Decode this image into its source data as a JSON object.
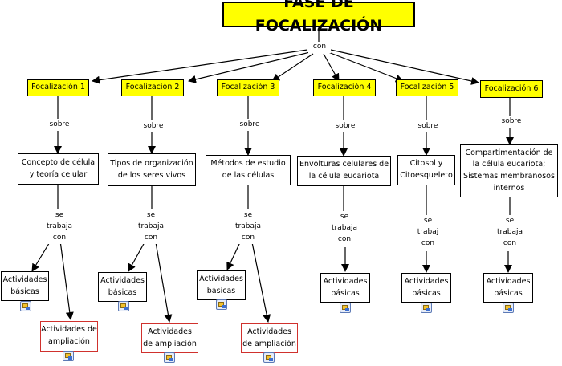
{
  "title": "FASE DE FOCALIZACIÓN",
  "links": {
    "con": "con",
    "sobre": "sobre",
    "se": "se",
    "trabaja": "trabaja",
    "trabaj": "trabaj"
  },
  "phases": [
    {
      "label": "Focalización 1",
      "topic": "Concepto de célula y teoría celular",
      "activities": [
        "Actividades básicas",
        "Actividades de ampliación"
      ]
    },
    {
      "label": "Focalización 2",
      "topic": "Tipos de organización de los seres vivos",
      "activities": [
        "Actividades básicas",
        "Actividades de ampliación"
      ]
    },
    {
      "label": "Focalización 3",
      "topic": "Métodos de estudio de las células",
      "activities": [
        "Actividades básicas",
        "Actividades de ampliación"
      ]
    },
    {
      "label": "Focalización 4",
      "topic": "Envolturas celulares de la célula eucariota",
      "activities": [
        "Actividades básicas"
      ]
    },
    {
      "label": "Focalización 5",
      "topic": "Citosol y Citoesqueleto",
      "activities": [
        "Actividades básicas"
      ]
    },
    {
      "label": "Focalización 6",
      "topic": "Compartimentación de la célula eucariota; Sistemas membranosos internos",
      "activities": [
        "Actividades básicas"
      ]
    }
  ]
}
